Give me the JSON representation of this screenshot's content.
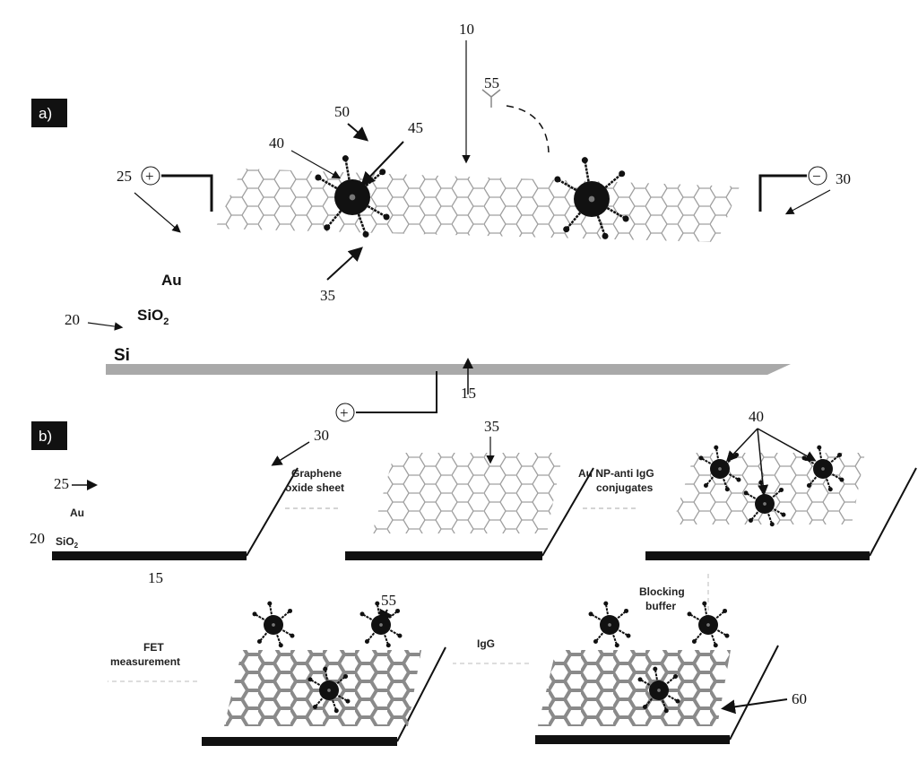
{
  "panels": {
    "a": "a)",
    "b": "b)"
  },
  "refs": {
    "r10": "10",
    "r55": "55",
    "r50": "50",
    "r45": "45",
    "r40": "40",
    "r25": "25",
    "r30": "30",
    "r35": "35",
    "r20": "20",
    "r15": "15",
    "r60": "60"
  },
  "layers": {
    "au": "Au",
    "sio2": "SiO",
    "sio2_sub": "2",
    "si": "Si"
  },
  "electrodes": {
    "positive": "+",
    "negative": "−"
  },
  "steps": {
    "graphene_line1": "Graphene",
    "graphene_line2": "oxide sheet",
    "conj_line1": "Au NP-anti IgG",
    "conj_line2": "conjugates",
    "block_line1": "Blocking",
    "block_line2": "buffer",
    "igg": "IgG",
    "fet_line1": "FET",
    "fet_line2": "measurement"
  },
  "colors": {
    "lattice": "#9a9a9a",
    "lattice_dark": "#8a8a8a",
    "particle": "#111111",
    "si_bar": "#a9a9a9"
  }
}
